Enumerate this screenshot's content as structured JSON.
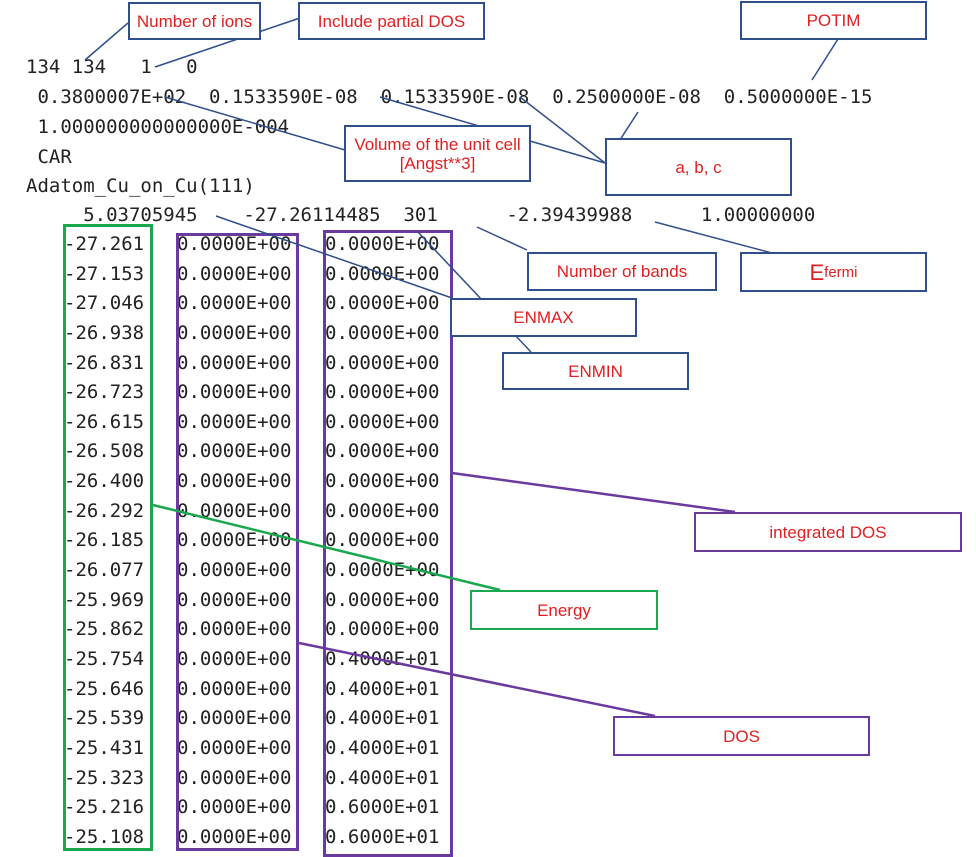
{
  "header": {
    "line1": "134 134   1   0",
    "line2": " 0.3800007E+02  0.1533590E-08  0.1533590E-08  0.2500000E-08  0.5000000E-15",
    "line3": " 1.000000000000000E-004",
    "line4": " CAR",
    "line5": "Adatom_Cu_on_Cu(111)",
    "line6": "     5.03705945    -27.26114485  301      -2.39439988      1.00000000"
  },
  "energy": [
    "-27.261",
    "-27.153",
    "-27.046",
    "-26.938",
    "-26.831",
    "-26.723",
    "-26.615",
    "-26.508",
    "-26.400",
    "-26.292",
    "-26.185",
    "-26.077",
    "-25.969",
    "-25.862",
    "-25.754",
    "-25.646",
    "-25.539",
    "-25.431",
    "-25.323",
    "-25.216",
    "-25.108"
  ],
  "dos": [
    "0.0000E+00",
    "0.0000E+00",
    "0.0000E+00",
    "0.0000E+00",
    "0.0000E+00",
    "0.0000E+00",
    "0.0000E+00",
    "0.0000E+00",
    "0.0000E+00",
    "0.0000E+00",
    "0.0000E+00",
    "0.0000E+00",
    "0.0000E+00",
    "0.0000E+00",
    "0.0000E+00",
    "0.0000E+00",
    "0.0000E+00",
    "0.0000E+00",
    "0.0000E+00",
    "0.0000E+00",
    "0.0000E+00"
  ],
  "integrated_dos": [
    "0.0000E+00",
    "0.0000E+00",
    "0.0000E+00",
    "0.0000E+00",
    "0.0000E+00",
    "0.0000E+00",
    "0.0000E+00",
    "0.0000E+00",
    "0.0000E+00",
    "0.0000E+00",
    "0.0000E+00",
    "0.0000E+00",
    "0.0000E+00",
    "0.0000E+00",
    "0.4000E+01",
    "0.4000E+01",
    "0.4000E+01",
    "0.4000E+01",
    "0.4000E+01",
    "0.6000E+01",
    "0.6000E+01"
  ],
  "labels": {
    "num_ions": "Number of ions",
    "partial_dos": "Include partial DOS",
    "potim": "POTIM",
    "volume_line1": "Volume of the unit cell",
    "volume_line2": "[Angst**3]",
    "abc": "a, b, c",
    "num_bands": "Number of bands",
    "efermi_main": "E",
    "efermi_sub": "fermi",
    "enmax": "ENMAX",
    "enmin": "ENMIN",
    "integrated_dos": "integrated DOS",
    "energy": "Energy",
    "dos": "DOS"
  },
  "colors": {
    "annotation_text": "#e02020",
    "box_border": "#2f4f8a",
    "energy_accent": "#1aa84e",
    "dos_accent": "#6a3a9e"
  }
}
